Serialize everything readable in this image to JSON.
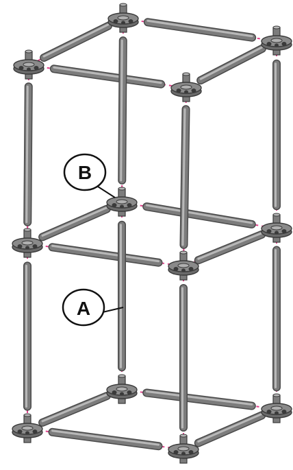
{
  "diagram": {
    "callouts": [
      {
        "id": "A",
        "label": "A",
        "target": "vertical-rod"
      },
      {
        "id": "B",
        "label": "B",
        "target": "connector-hub"
      }
    ],
    "colors": {
      "rod": "#7c7c7c",
      "rod_dark": "#555555",
      "rod_light": "#b8b8b8",
      "hub": "#8a8a8a",
      "hub_dark": "#3a3a3a",
      "guide_line": "#e0408a",
      "background": "#ffffff"
    }
  }
}
